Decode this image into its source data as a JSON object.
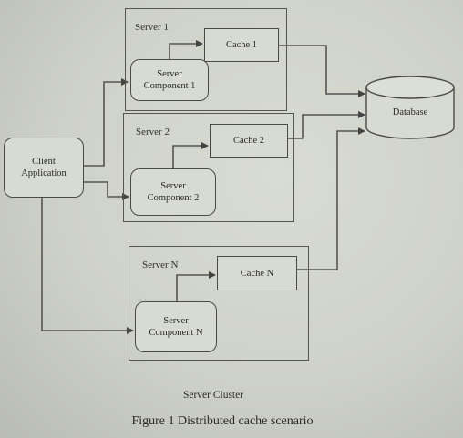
{
  "servers": [
    {
      "label": "Server 1",
      "component": "Server\nComponent 1",
      "cache": "Cache 1"
    },
    {
      "label": "Server 2",
      "component": "Server\nComponent 2",
      "cache": "Cache 2"
    },
    {
      "label": "Server N",
      "component": "Server\nComponent N",
      "cache": "Cache N"
    }
  ],
  "client": "Client\nApplication",
  "database": "Database",
  "cluster_label": "Server Cluster",
  "figure_caption": "Figure 1 Distributed cache scenario"
}
